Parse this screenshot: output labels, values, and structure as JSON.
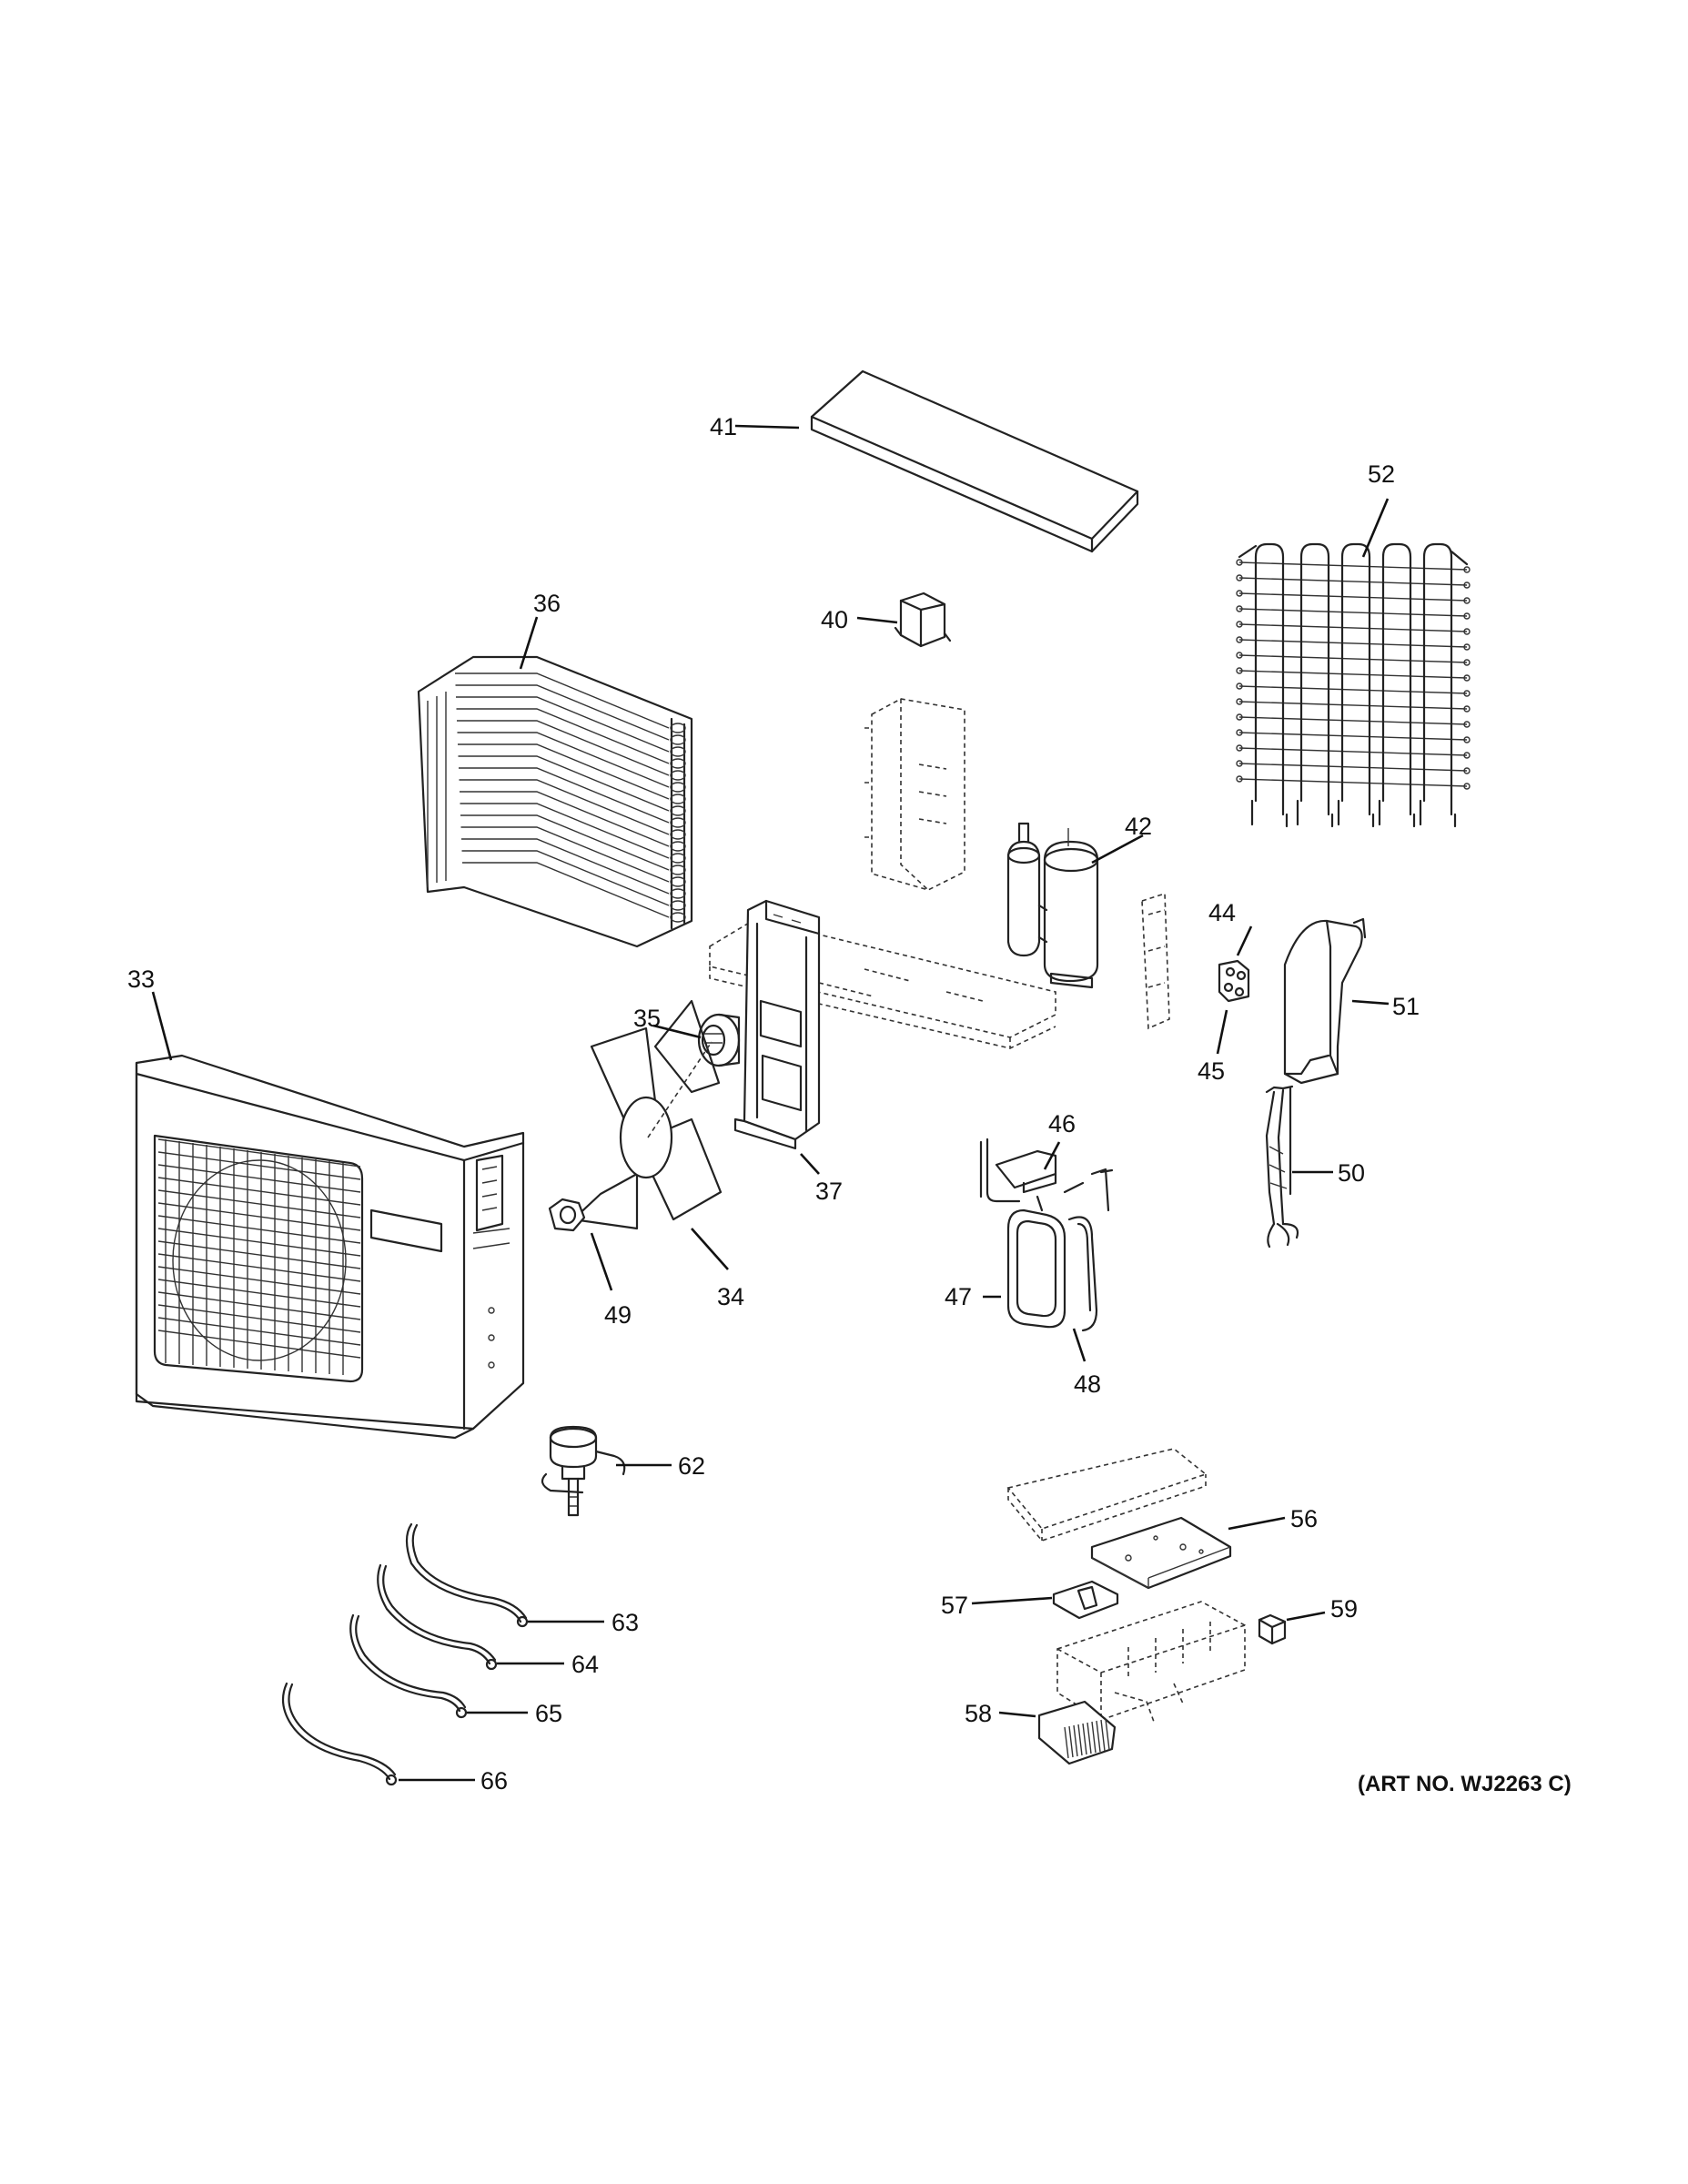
{
  "callouts": {
    "c33": "33",
    "c34": "34",
    "c35": "35",
    "c36": "36",
    "c37": "37",
    "c40": "40",
    "c41": "41",
    "c42": "42",
    "c44": "44",
    "c45": "45",
    "c46": "46",
    "c47": "47",
    "c48": "48",
    "c49": "49",
    "c50": "50",
    "c51": "51",
    "c52": "52",
    "c56": "56",
    "c57": "57",
    "c58": "58",
    "c59": "59",
    "c62": "62",
    "c63": "63",
    "c64": "64",
    "c65": "65",
    "c66": "66"
  },
  "art_number": "(ART NO. WJ2263 C)"
}
